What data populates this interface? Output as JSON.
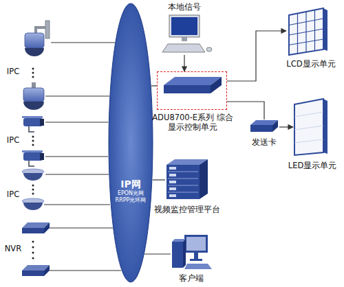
{
  "diagram": {
    "nodes": [
      {
        "text": [
          "IPC"
        ]
      },
      {
        "text": [
          "IPC"
        ]
      },
      {
        "text": [
          "IPC"
        ]
      },
      {
        "text": [
          "NVR"
        ]
      },
      {
        "text": [
          "IP网",
          "EPON光网 RRPP光环网"
        ]
      },
      {
        "text": [
          "本地信号"
        ]
      },
      {
        "text": [
          "ADU8700-E系列 综合显示控制单元"
        ]
      },
      {
        "text": [
          "LCD显示单元"
        ]
      },
      {
        "text": [
          "发送卡"
        ]
      },
      {
        "text": [
          "LED显示单元"
        ]
      },
      {
        "text": [
          "视频监控管理平台"
        ]
      },
      {
        "text": [
          "客户端"
        ]
      }
    ],
    "edges": [
      {
        "from": 0,
        "to": 4,
        "arrow": "none"
      },
      {
        "from": 1,
        "to": 4,
        "arrow": "none"
      },
      {
        "from": 2,
        "to": 4,
        "arrow": "none"
      },
      {
        "from": 3,
        "to": 4,
        "arrow": "none"
      },
      {
        "from": 5,
        "to": 6,
        "arrow": "to"
      },
      {
        "from": 6,
        "to": 4,
        "arrow": "none"
      },
      {
        "from": 6,
        "to": 7,
        "arrow": "to"
      },
      {
        "from": 6,
        "to": 8,
        "arrow": "none"
      },
      {
        "from": 8,
        "to": 9,
        "arrow": "to"
      },
      {
        "from": 4,
        "to": 10,
        "arrow": "none"
      },
      {
        "from": 4,
        "to": 11,
        "arrow": "none"
      }
    ]
  }
}
